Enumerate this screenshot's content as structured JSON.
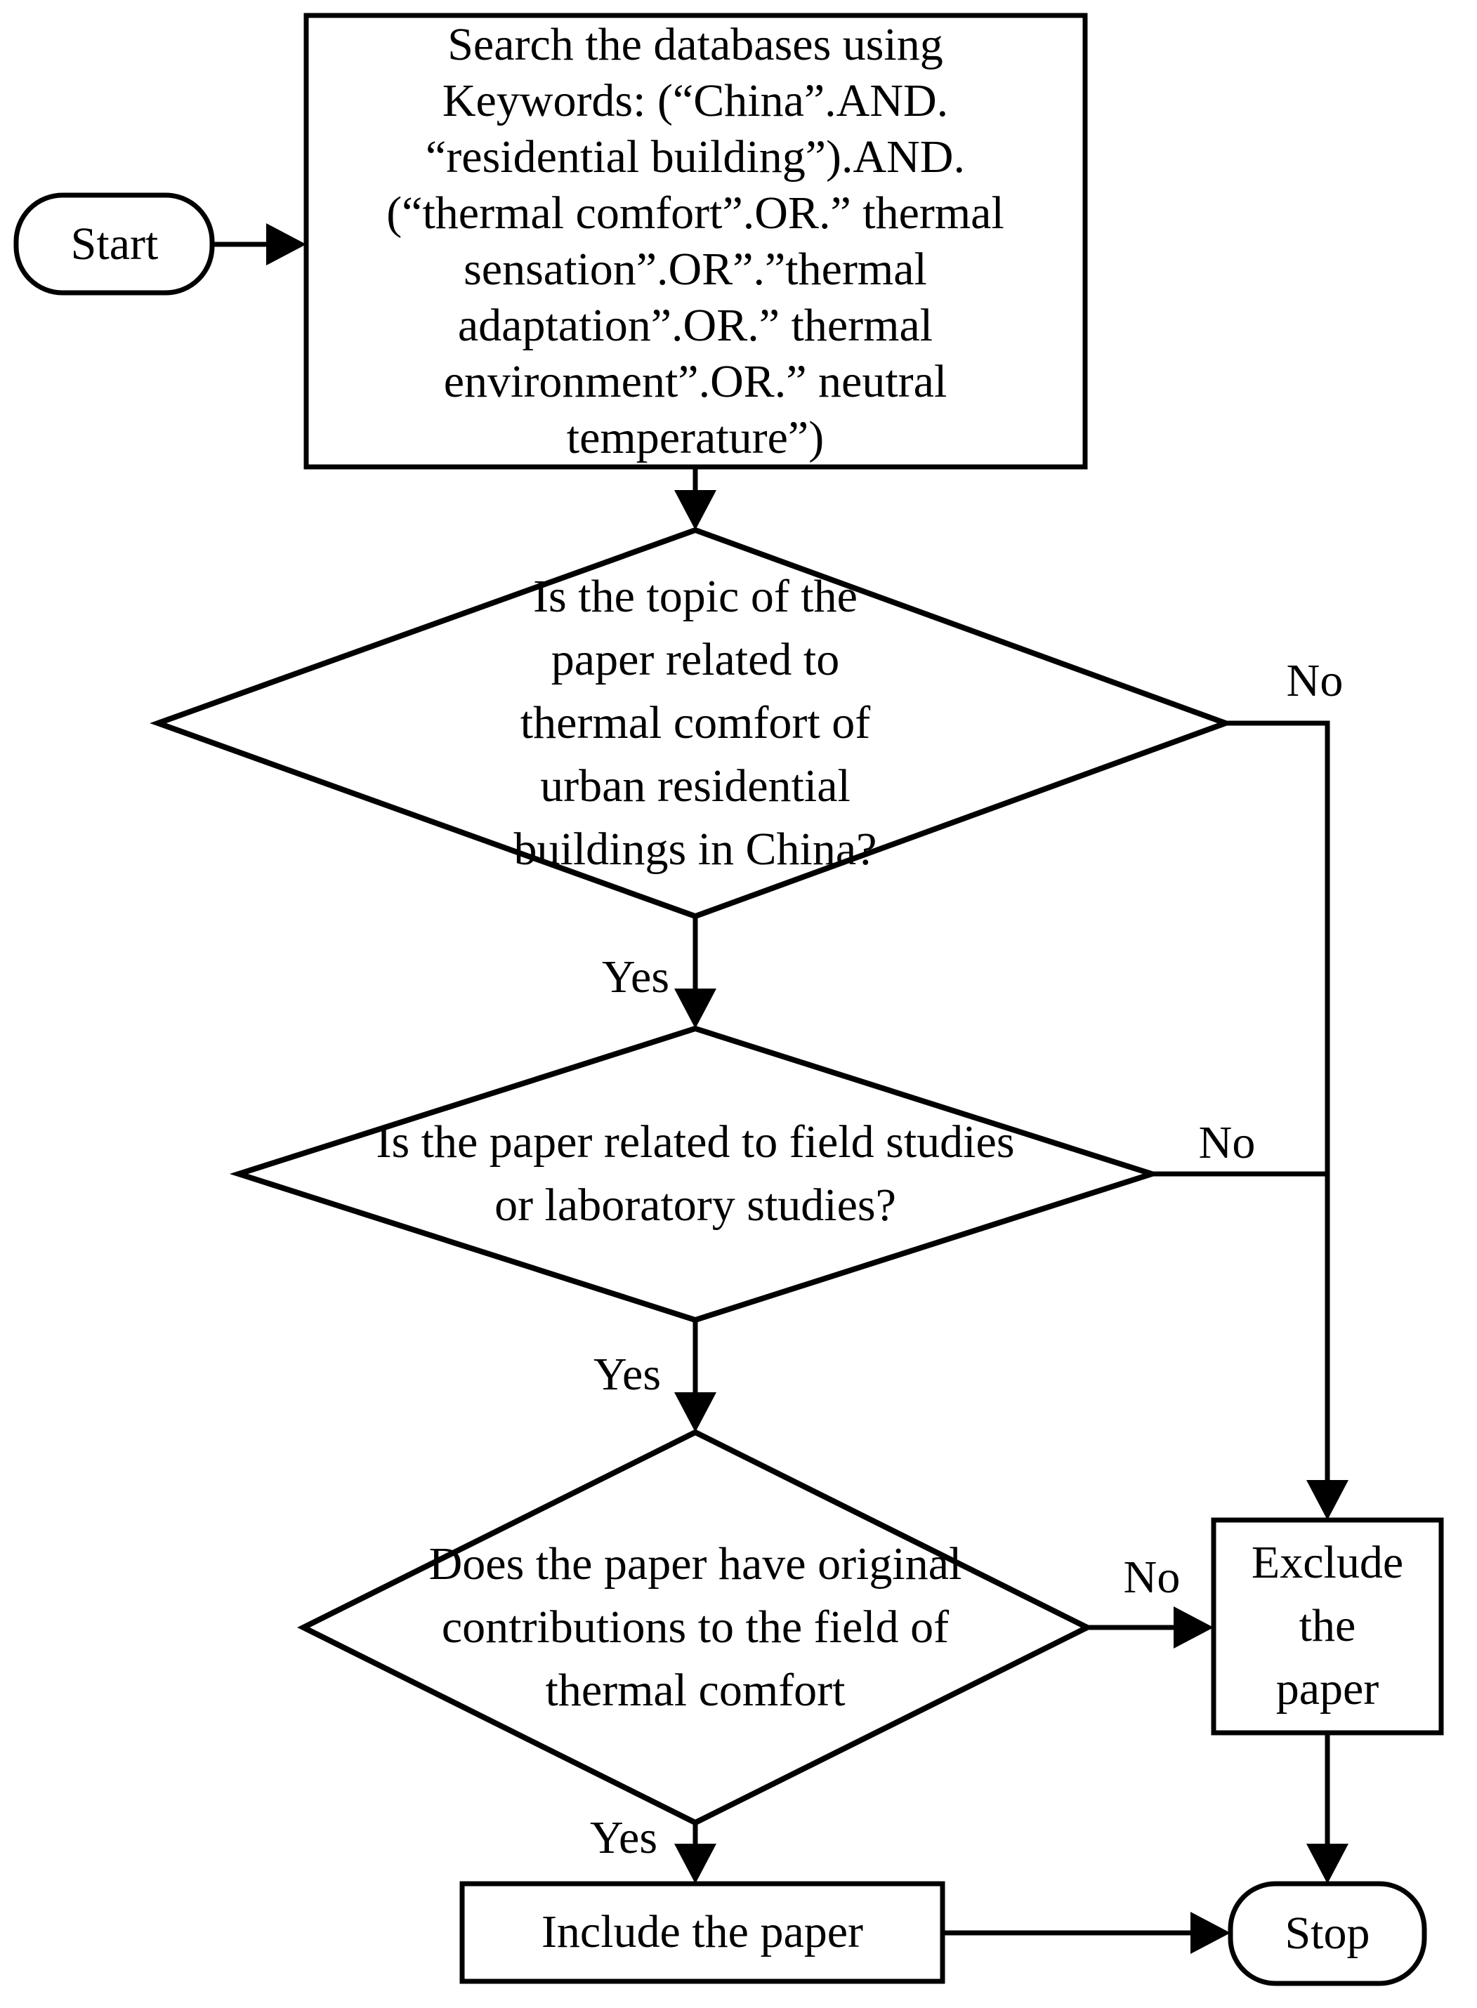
{
  "figure": {
    "type": "flowchart",
    "background_color": "#ffffff",
    "stroke_color": "#000000",
    "text_color": "#000000"
  },
  "nodes": {
    "start": {
      "shape": "terminator",
      "label": "Start"
    },
    "search": {
      "shape": "process",
      "label": "Search the databases using\nKeywords: (“China”.AND.\n“residential building”).AND.\n(“thermal comfort”.OR.” thermal\nsensation”.OR”.”thermal\nadaptation”.OR.” thermal\nenvironment”.OR.” neutral\ntemperature”)"
    },
    "q1": {
      "shape": "decision",
      "label": "Is the topic of the\npaper related to\nthermal comfort of\nurban residential\nbuildings in China?"
    },
    "q2": {
      "shape": "decision",
      "label": "Is the paper related to field studies\nor laboratory studies?"
    },
    "q3": {
      "shape": "decision",
      "label": "Does the paper have original\ncontributions to the field of\nthermal comfort"
    },
    "exclude": {
      "shape": "process",
      "label": "Exclude\nthe\npaper"
    },
    "include": {
      "shape": "process",
      "label": "Include the paper"
    },
    "stop": {
      "shape": "terminator",
      "label": "Stop"
    }
  },
  "edges": [
    {
      "from": "start",
      "to": "search",
      "label": ""
    },
    {
      "from": "search",
      "to": "q1",
      "label": ""
    },
    {
      "from": "q1",
      "to": "q2",
      "label": "Yes"
    },
    {
      "from": "q1",
      "to": "exclude",
      "label": "No"
    },
    {
      "from": "q2",
      "to": "q3",
      "label": "Yes"
    },
    {
      "from": "q2",
      "to": "exclude",
      "label": "No"
    },
    {
      "from": "q3",
      "to": "include",
      "label": "Yes"
    },
    {
      "from": "q3",
      "to": "exclude",
      "label": "No"
    },
    {
      "from": "exclude",
      "to": "stop",
      "label": ""
    },
    {
      "from": "include",
      "to": "stop",
      "label": ""
    }
  ]
}
